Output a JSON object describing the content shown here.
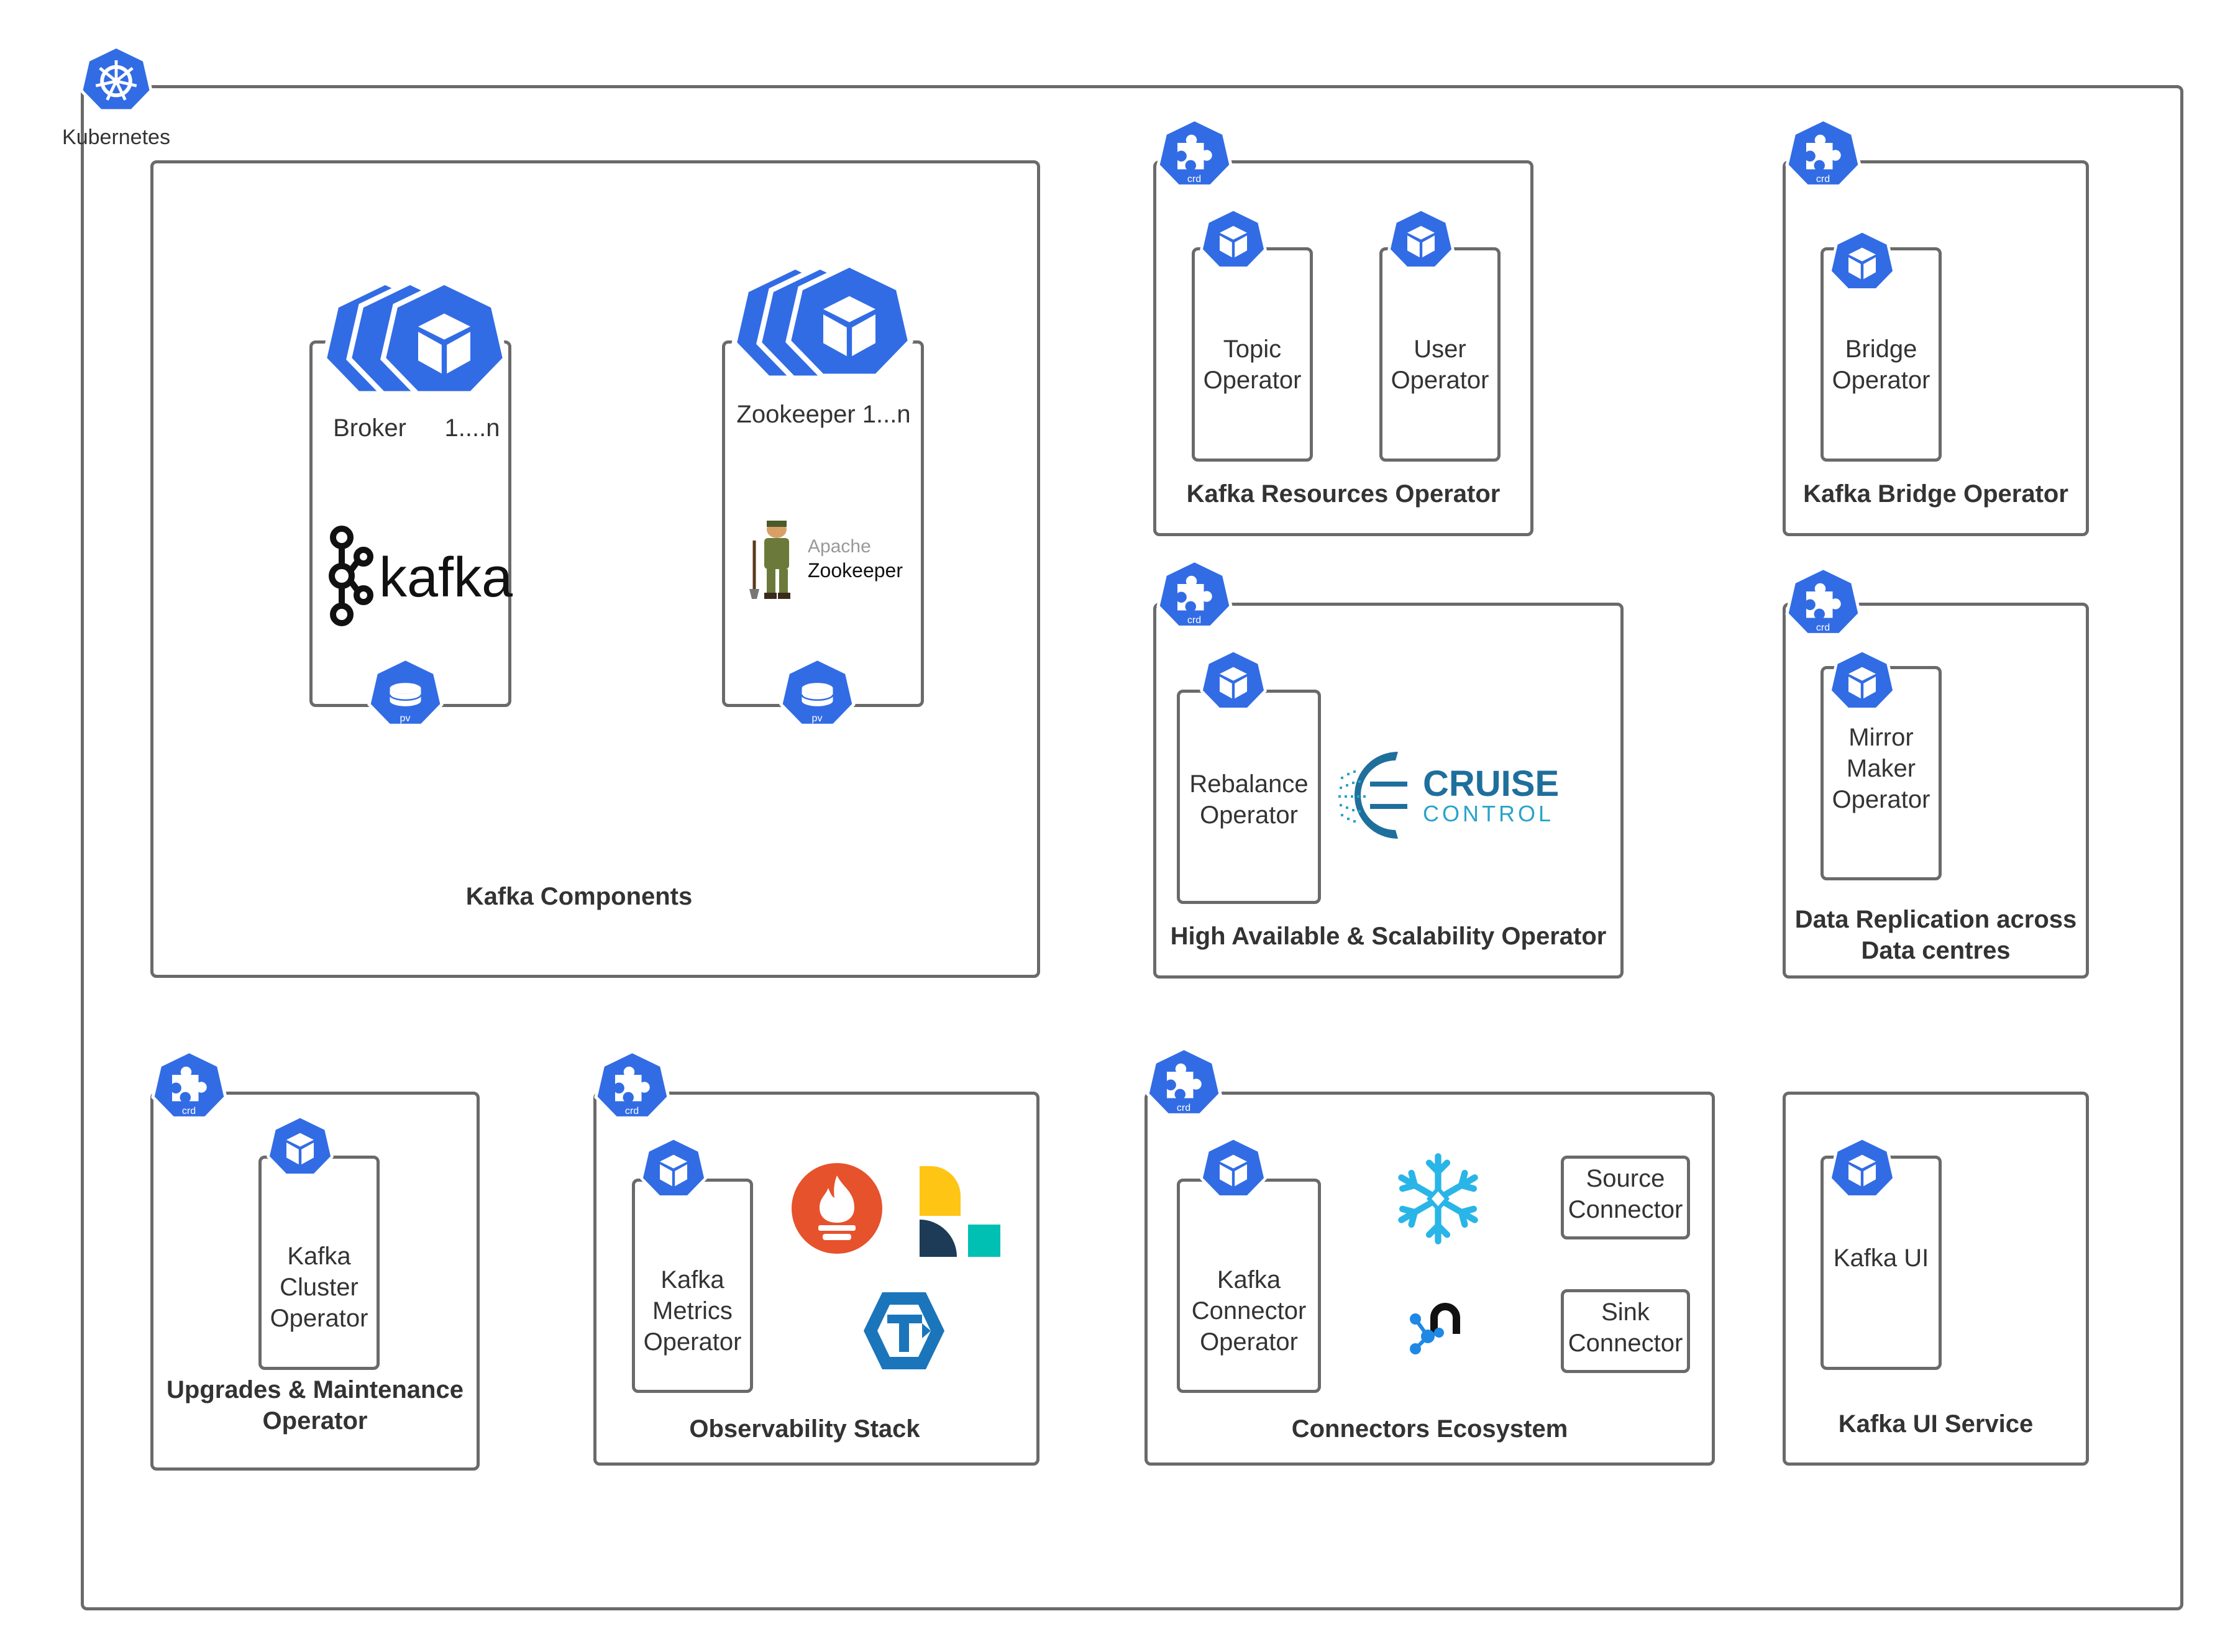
{
  "kubernetes": {
    "label": "Kubernetes"
  },
  "badges": {
    "crd": "crd",
    "pv": "pv"
  },
  "groups": {
    "kafka_components": {
      "title": "Kafka Components",
      "broker_label": "Broker",
      "broker_count": "1....n",
      "zookeeper_label": "Zookeeper 1...n",
      "kafka_logo_text": "kafka",
      "zookeeper_logo_apache": "Apache",
      "zookeeper_logo_text": "Zookeeper"
    },
    "kafka_resources": {
      "title": "Kafka Resources Operator",
      "topic": [
        "Topic",
        "Operator"
      ],
      "user": [
        "User",
        "Operator"
      ]
    },
    "kafka_bridge": {
      "title": "Kafka Bridge Operator",
      "bridge": [
        "Bridge",
        "Operator"
      ]
    },
    "high_available": {
      "title": "High Available & Scalability Operator",
      "rebalance": [
        "Rebalance",
        "Operator"
      ],
      "cruise_logo_1": "CRUISE",
      "cruise_logo_2": "CONTROL"
    },
    "data_replication": {
      "title_1": "Data Replication across",
      "title_2": "Data centres",
      "mirror": [
        "Mirror",
        "Maker",
        "Operator"
      ]
    },
    "upgrades": {
      "title_1": "Upgrades & Maintenance",
      "title_2": "Operator",
      "cluster": [
        "Kafka",
        "Cluster",
        "Operator"
      ]
    },
    "observability": {
      "title": "Observability Stack",
      "metrics": [
        "Kafka",
        "Metrics",
        "Operator"
      ]
    },
    "connectors": {
      "title": "Connectors Ecosystem",
      "connector": [
        "Kafka",
        "Connector",
        "Operator"
      ],
      "source": [
        "Source",
        "Connector"
      ],
      "sink": [
        "Sink",
        "Connector"
      ]
    },
    "kafka_ui": {
      "title": "Kafka UI Service",
      "ui": "Kafka UI"
    }
  },
  "colors": {
    "k8s_blue": "#326ce5",
    "border": "#6a6a6a",
    "prometheus": "#e6522c",
    "elastic_yellow": "#fec514",
    "elastic_navy": "#1d3b56",
    "elastic_teal": "#00bfb3",
    "cruise": "#1f6f9c",
    "snowflake": "#29b5e8"
  }
}
